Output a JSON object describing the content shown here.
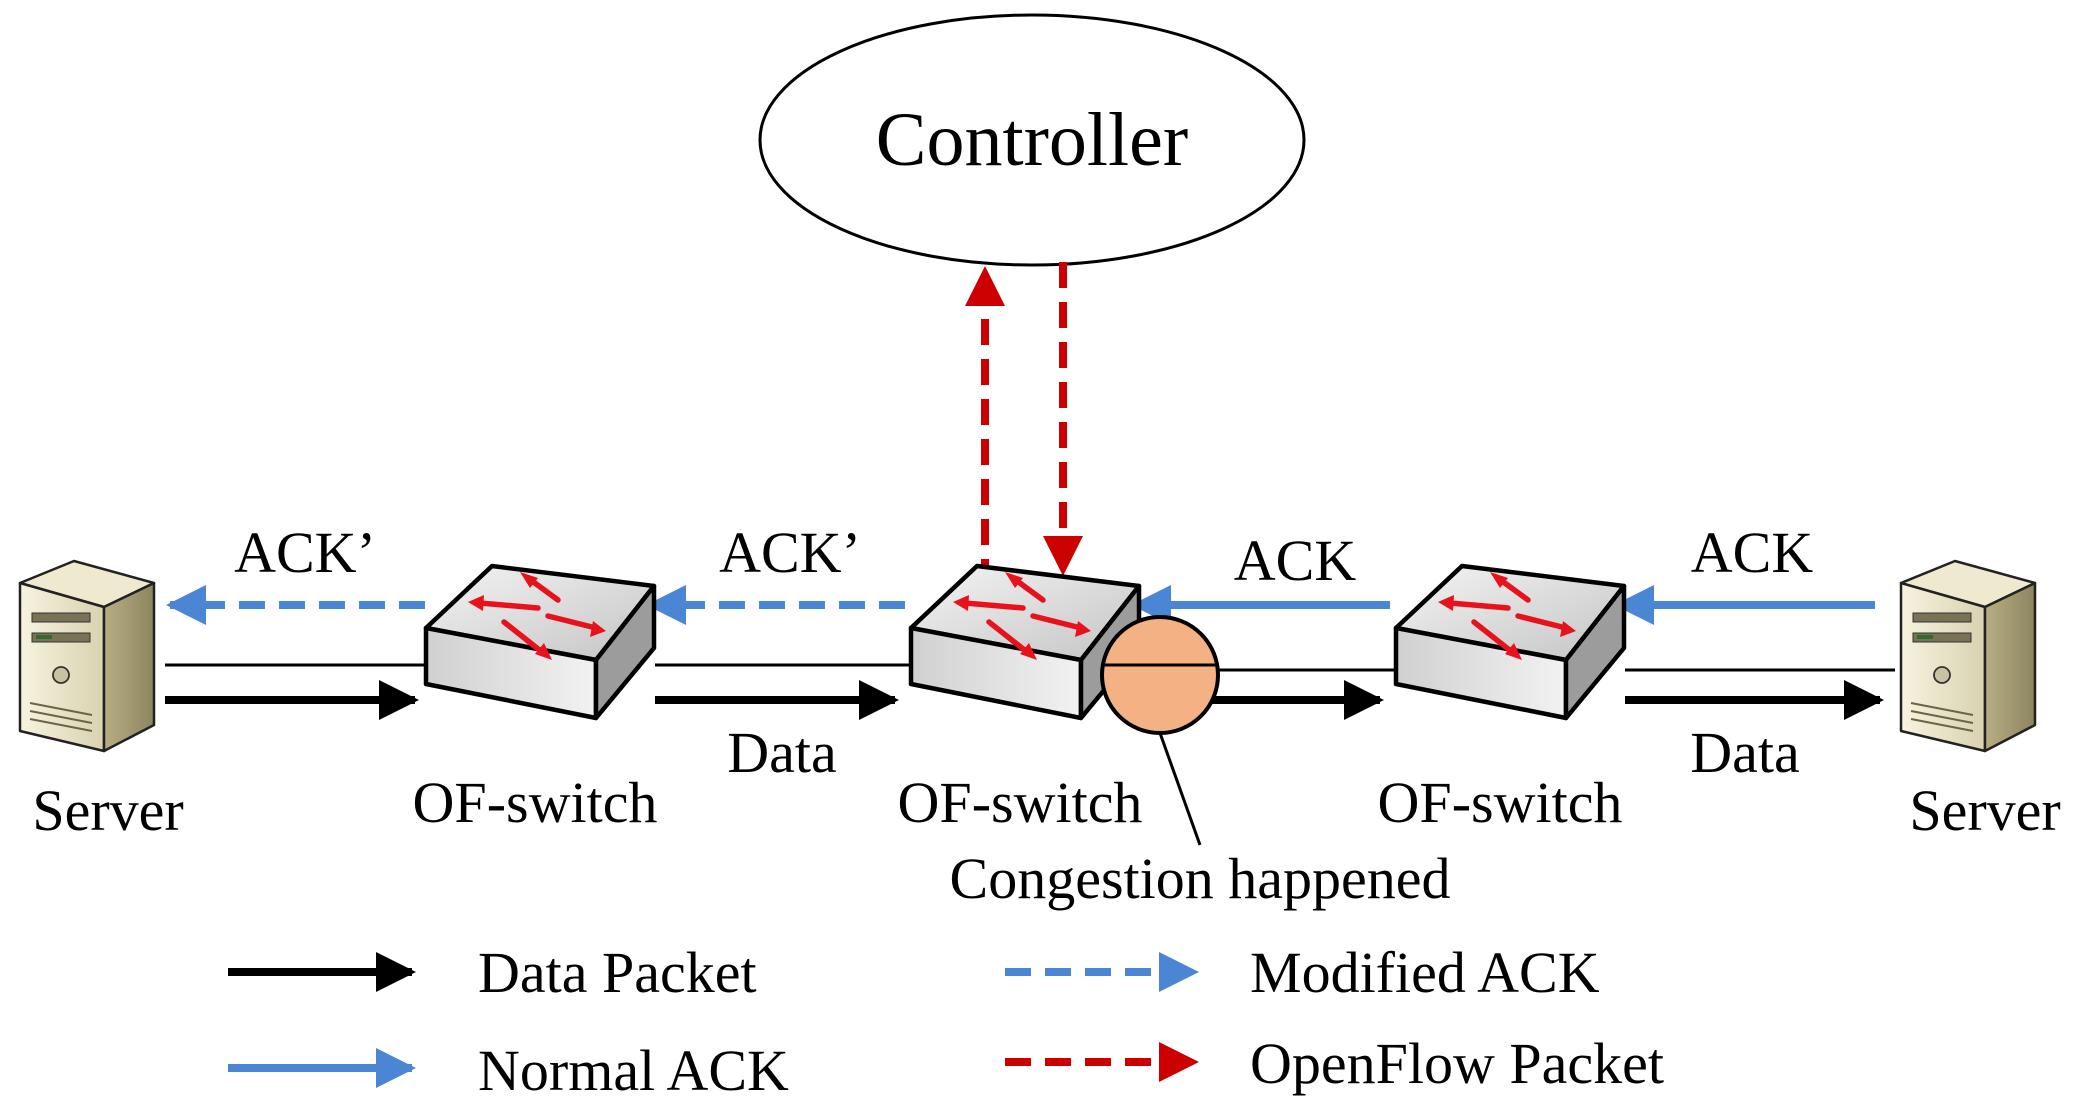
{
  "controller": {
    "label": "Controller"
  },
  "servers": {
    "left_label": "Server",
    "right_label": "Server"
  },
  "switches": {
    "left_label": "OF-switch",
    "middle_label": "OF-switch",
    "right_label": "OF-switch"
  },
  "links": {
    "ack_modified_left": "ACK’",
    "ack_modified_middle": "ACK’",
    "ack_normal_middle": "ACK",
    "ack_normal_right": "ACK",
    "data_left": "Data",
    "data_right": "Data"
  },
  "congestion": {
    "label": "Congestion happened"
  },
  "legend": {
    "data_packet": "Data Packet",
    "normal_ack": "Normal ACK",
    "modified_ack": "Modified ACK",
    "openflow_packet": "OpenFlow Packet"
  },
  "colors": {
    "data": "#000000",
    "ack": "#4a86d4",
    "openflow": "#cc0000",
    "congestion_fill": "#f4b183",
    "switch_arrow": "#e8121c"
  }
}
